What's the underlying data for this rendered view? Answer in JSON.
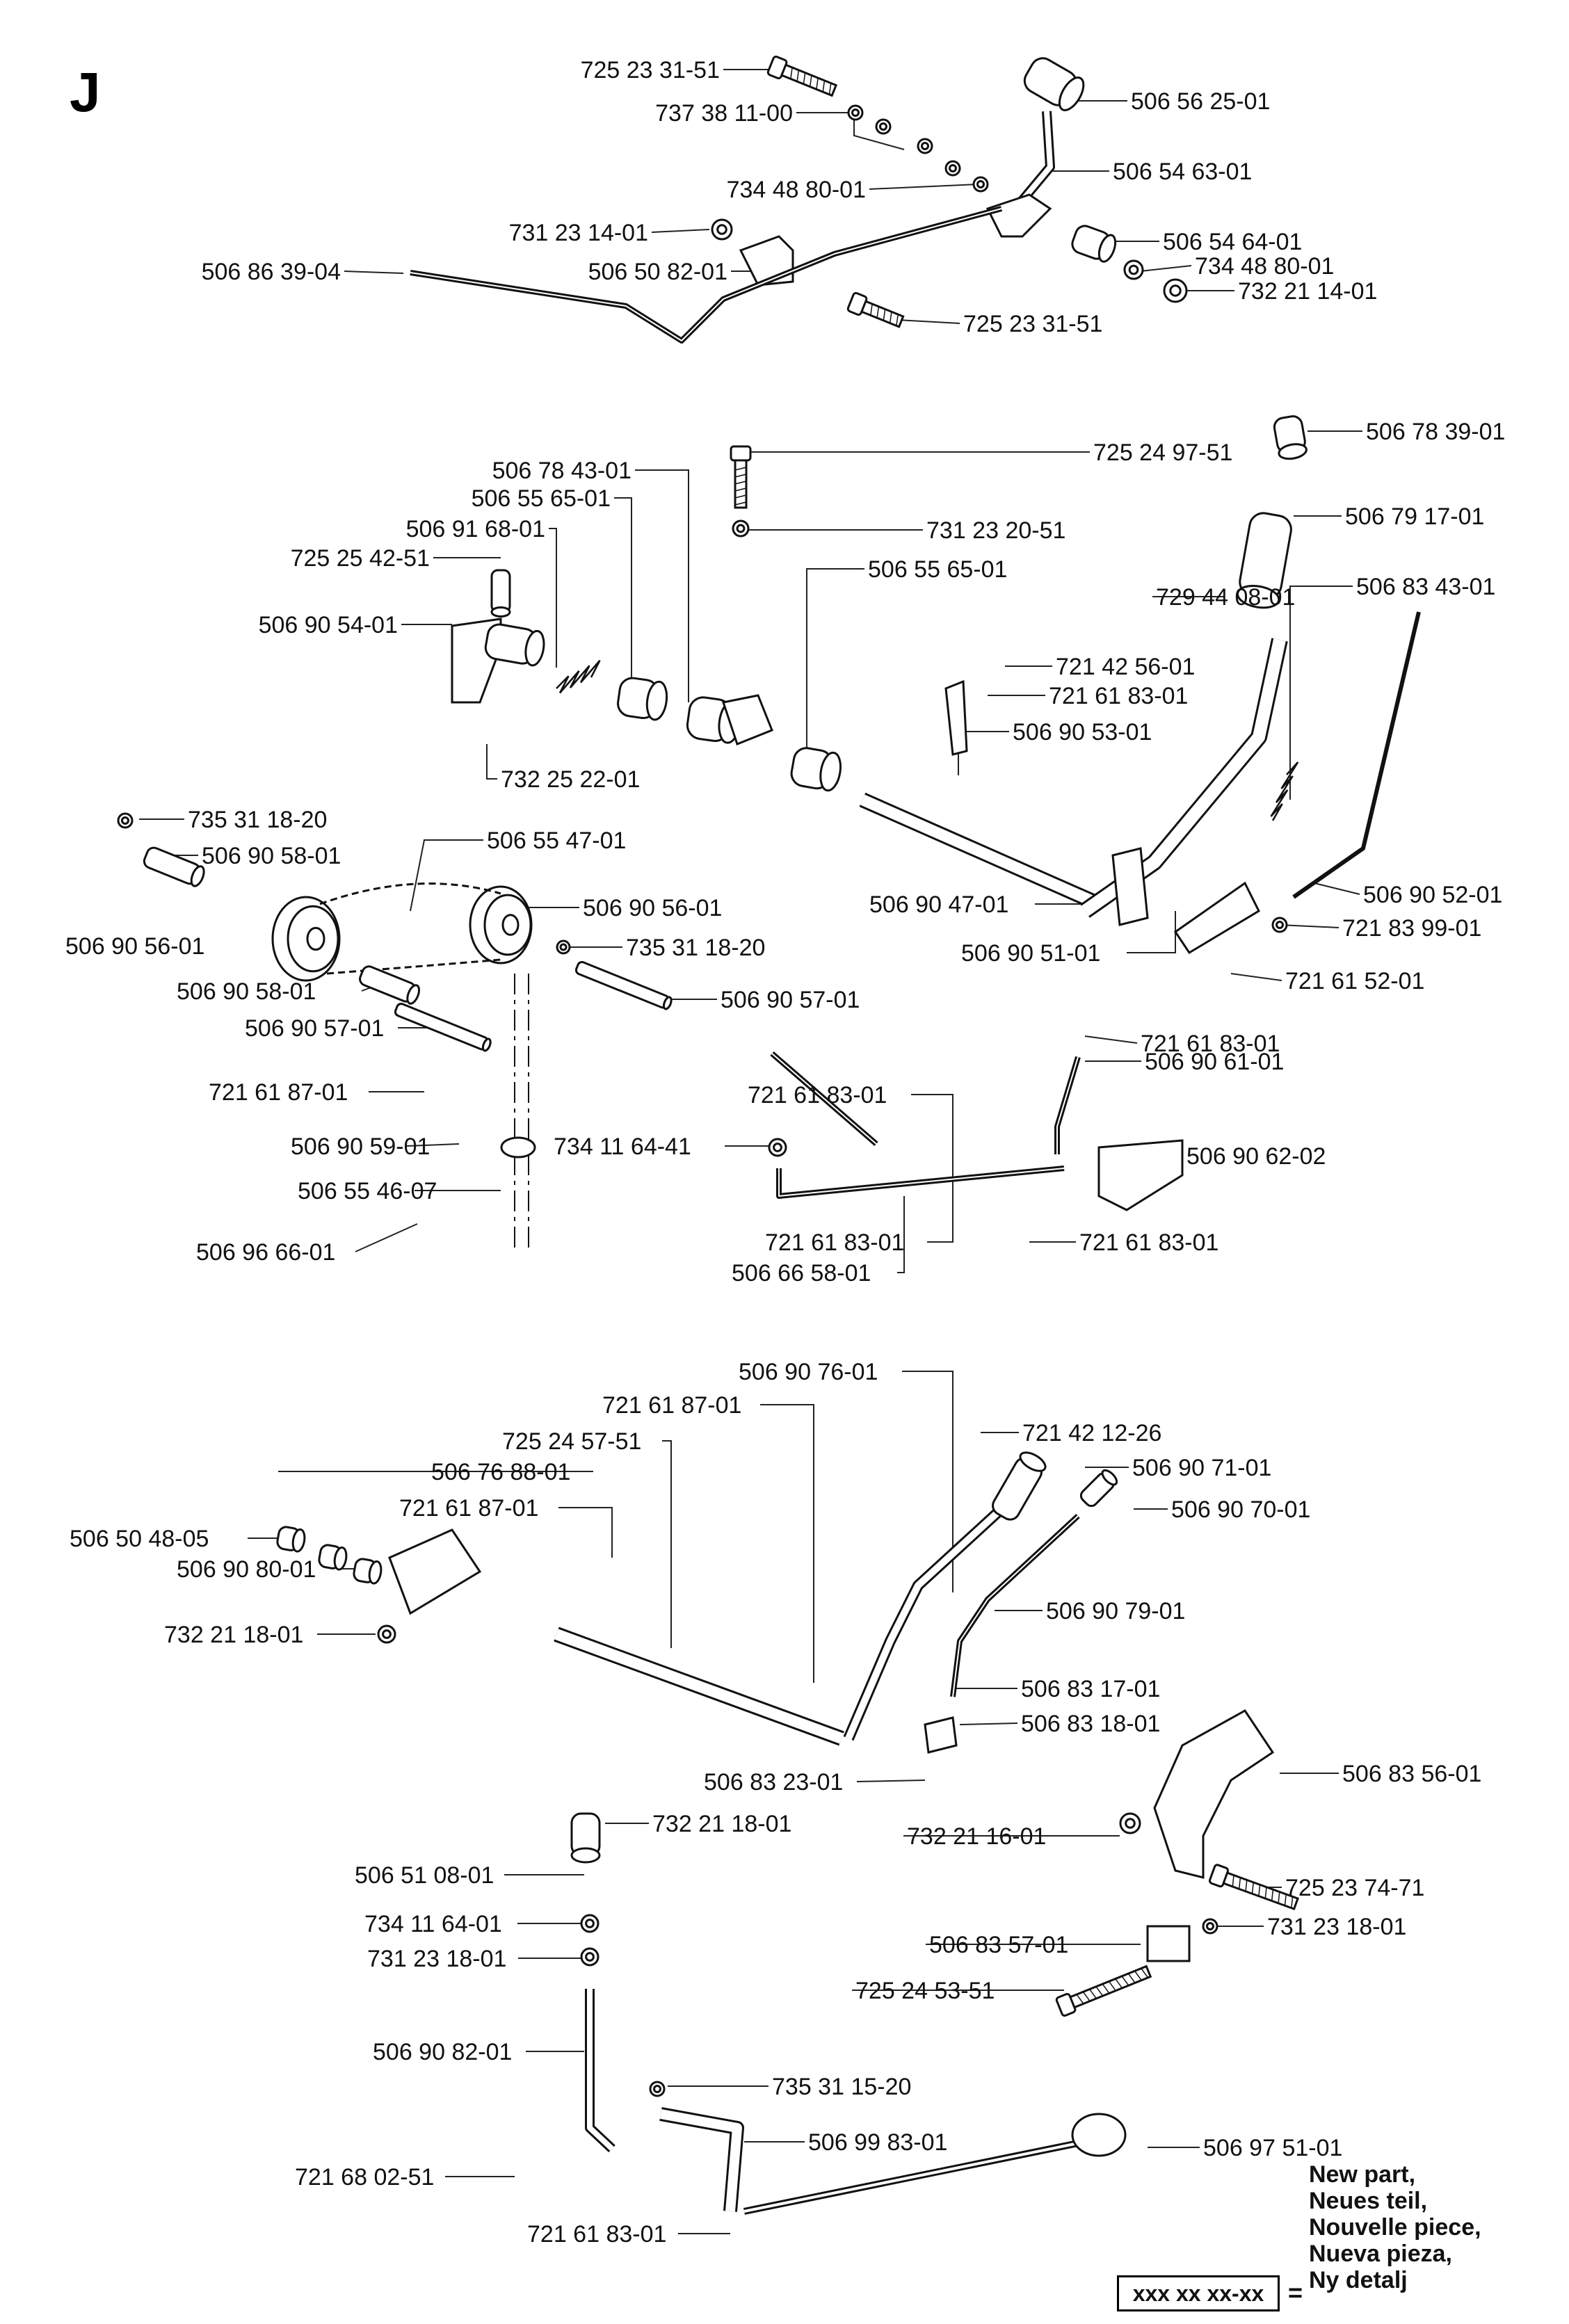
{
  "section_letter": "J",
  "legend": {
    "lines": [
      "New part,",
      "Neues teil,",
      "Nouvelle piece,",
      "Nueva pieza,",
      "Ny detalj"
    ],
    "box": "xxx xx xx-xx",
    "equals": "="
  },
  "labels": [
    "725 23 31-51",
    "737 38 11-00",
    "734 48 80-01",
    "731 23 14-01",
    "506 50 82-01",
    "506 86 39-04",
    "725 23 31-51",
    "506 56 25-01",
    "506 54 63-01",
    "506 54 64-01",
    "734 48 80-01",
    "732 21 14-01",
    "506 78 43-01",
    "725 24 97-51",
    "506 55 65-01",
    "506 91 68-01",
    "731 23 20-51",
    "725 25 42-51",
    "506 55 65-01",
    "506 90 54-01",
    "729 44 08-01",
    "506 78 39-01",
    "506 79 17-01",
    "506 83 43-01",
    "721 42 56-01",
    "721 61 83-01",
    "506 90 53-01",
    "732 25 22-01",
    "735 31 18-20",
    "506 90 58-01",
    "506 55 47-01",
    "506 90 56-01",
    "506 90 56-01",
    "735 31 18-20",
    "506 90 58-01",
    "506 90 57-01",
    "506 90 57-01",
    "506 90 47-01",
    "506 90 52-01",
    "506 90 51-01",
    "721 83 99-01",
    "721 61 52-01",
    "721 61 83-01",
    "506 90 61-01",
    "721 61 87-01",
    "721 61 83-01",
    "506 90 59-01",
    "734 11 64-41",
    "506 90 62-02",
    "506 55 46-07",
    "721 61 83-01",
    "506 66 58-01",
    "721 61 83-01",
    "506 96 66-01",
    "506 90 76-01",
    "721 61 87-01",
    "721 42 12-26",
    "725 24 57-51",
    "506 90 71-01",
    "506 76 88-01",
    "506 90 70-01",
    "721 61 87-01",
    "506 50 48-05",
    "506 90 80-01",
    "506 90 79-01",
    "732 21 18-01",
    "506 83 17-01",
    "506 83 18-01",
    "506 83 56-01",
    "506 83 23-01",
    "732 21 18-01",
    "732 21 16-01",
    "506 51 08-01",
    "725 23 74-71",
    "734 11 64-01",
    "731 23 18-01",
    "506 83 57-01",
    "731 23 18-01",
    "725 24 53-51",
    "506 90 82-01",
    "735 31 15-20",
    "506 99 83-01",
    "721 68 02-51",
    "506 97 51-01",
    "721 61 83-01"
  ]
}
